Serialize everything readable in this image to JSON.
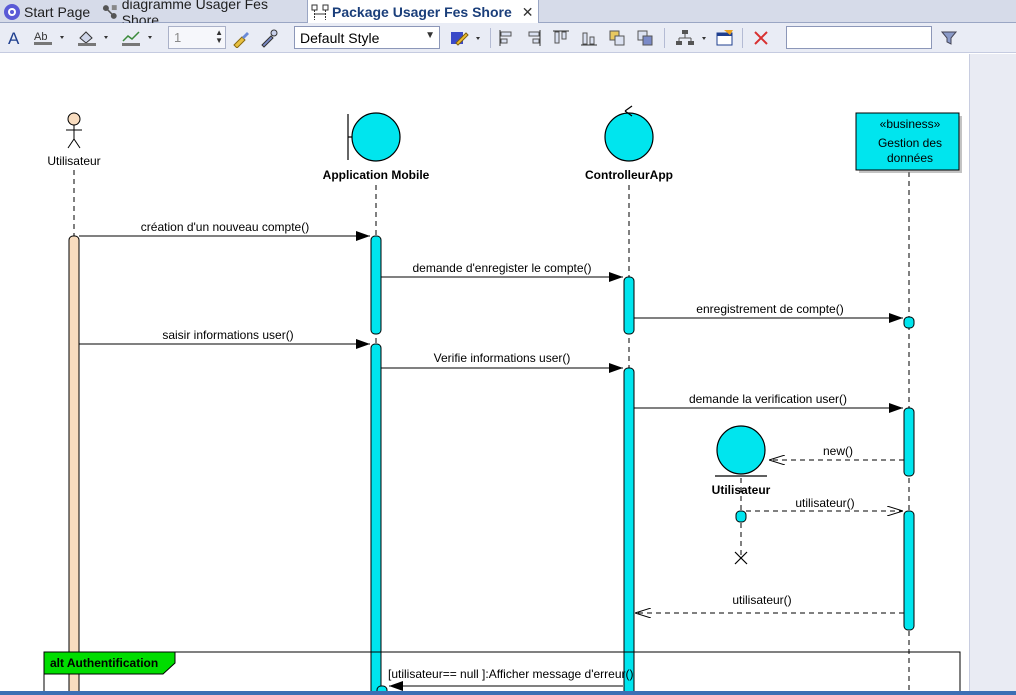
{
  "tabs": [
    {
      "label": "Start Page",
      "icon": "start-page-icon"
    },
    {
      "label": "diagramme Usager Fes Shore",
      "icon": "diagram-icon"
    },
    {
      "label": "Package Usager Fes Shore",
      "icon": "package-diagram-icon",
      "active": true
    }
  ],
  "toolbar": {
    "spin_value": "1",
    "style_value": "Default Style",
    "search_value": ""
  },
  "diagram": {
    "lifelines": {
      "utilisateur": "Utilisateur",
      "app_mobile": "Application Mobile",
      "controller": "ControlleurApp",
      "business_stereo": "«business»",
      "business_name_1": "Gestion des",
      "business_name_2": "données",
      "created_entity": "Utilisateur"
    },
    "messages": {
      "m1": "création d'un nouveau compte()",
      "m2": "demande d'enregister le compte()",
      "m3": "enregistrement de compte()",
      "m4": "saisir informations user()",
      "m5": "Verifie informations user()",
      "m6": "demande la verification user()",
      "m7": "new()",
      "m8": "utilisateur()",
      "m9": "utilisateur()",
      "m10": "[utilisateur== null ]:Afficher message d'erreur()"
    },
    "fragment_label": "alt Authentification"
  },
  "colors": {
    "activation": "#00e5ee",
    "actor_activation": "#f8dcbf",
    "fragment_tag": "#00dd00",
    "tabbar": "#d6dbe9",
    "toolbar": "#e9ecf5",
    "active_tab_text": "#1a3e7a"
  }
}
